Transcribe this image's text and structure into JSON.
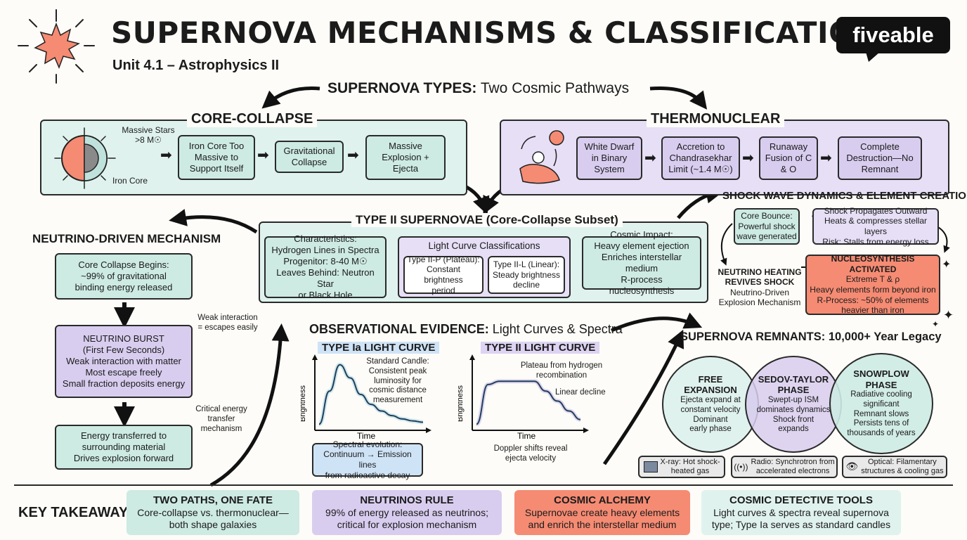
{
  "header": {
    "title": "SUPERNOVA MECHANISMS & CLASSIFICATIONS",
    "subtitle": "Unit 4.1 – Astrophysics II",
    "brand": "fiveable"
  },
  "types": {
    "title_bold": "SUPERNOVA TYPES:",
    "title_rest": "Two Cosmic Pathways"
  },
  "core_collapse": {
    "title": "CORE-COLLAPSE",
    "massive_label": "Massive Stars >8 M☉",
    "iron_label": "Iron Core",
    "steps": [
      "Iron Core Too Massive to Support Itself",
      "Gravitational Collapse",
      "Massive Explosion + Ejecta"
    ]
  },
  "thermonuclear": {
    "title": "THERMONUCLEAR",
    "steps": [
      "White Dwarf in Binary System",
      "Accretion to Chandrasekhar Limit (~1.4 M☉)",
      "Runaway Fusion of C & O",
      "Complete Destruction—No Remnant"
    ]
  },
  "type2": {
    "title": "TYPE II SUPERNOVAE (Core-Collapse Subset)",
    "characteristics": [
      "Characteristics:",
      "Hydrogen Lines in Spectra",
      "Progenitor: 8-40 M☉",
      "Leaves Behind: Neutron Star",
      "or Black Hole"
    ],
    "lc_title": "Light Curve Classifications",
    "iip": [
      "Type II-P (Plateau):",
      "Constant brightness",
      "period"
    ],
    "iil": [
      "Type II-L (Linear):",
      "Steady brightness",
      "decline"
    ],
    "impact": [
      "Cosmic Impact:",
      "Heavy element ejection",
      "Enriches interstellar medium",
      "R-process nucleosynthesis"
    ]
  },
  "neutrino": {
    "title": "NEUTRINO-DRIVEN MECHANISM",
    "box1": [
      "Core Collapse Begins:",
      "~99% of gravitational",
      "binding energy released"
    ],
    "box2": [
      "NEUTRINO BURST",
      "(First Few Seconds)",
      "Weak interaction with matter",
      "Most escape freely",
      "Small fraction deposits energy"
    ],
    "box3": [
      "Energy transferred to",
      "surrounding material",
      "Drives explosion forward"
    ],
    "note1": [
      "Weak interaction",
      "= escapes easily"
    ],
    "note2": [
      "Critical energy",
      "transfer",
      "mechanism"
    ]
  },
  "shock": {
    "title": "SHOCK WAVE DYNAMICS & ELEMENT CREATION",
    "bounce": [
      "Core Bounce:",
      "Powerful shock",
      "wave generated"
    ],
    "propagate": [
      "Shock Propagates Outward",
      "Heats & compresses stellar layers",
      "Risk: Stalls from energy loss"
    ],
    "heating": [
      "NEUTRINO HEATING",
      "REVIVES SHOCK",
      "Neutrino-Driven",
      "Explosion Mechanism"
    ],
    "nucleo": [
      "NUCLEOSYNTHESIS ACTIVATED",
      "Extreme T & ρ",
      "Heavy elements form beyond iron",
      "R-Process: ~50% of elements",
      "heavier than iron"
    ]
  },
  "observational": {
    "title_bold": "OBSERVATIONAL EVIDENCE:",
    "title_rest": "Light Curves & Spectra",
    "ia_title": "TYPE Ia LIGHT CURVE",
    "ii_title": "TYPE II LIGHT CURVE",
    "ylabel": "Brightness",
    "xlabel": "Time",
    "ia_note": [
      "Standard Candle:",
      "Consistent peak",
      "luminosity for",
      "cosmic distance",
      "measurement"
    ],
    "spectral": [
      "Spectral evolution:",
      "Continuum → Emission lines",
      "from radioactive decay"
    ],
    "plateau_note": [
      "Plateau from hydrogen",
      "recombination"
    ],
    "linear_note": "Linear decline",
    "doppler": [
      "Doppler shifts reveal",
      "ejecta velocity"
    ]
  },
  "chart_data": [
    {
      "type": "line",
      "title": "TYPE Ia LIGHT CURVE",
      "xlabel": "Time",
      "ylabel": "Brightness",
      "series": [
        {
          "values": [
            0.05,
            0.55,
            0.95,
            0.75,
            0.5,
            0.35,
            0.25,
            0.18,
            0.13,
            0.1,
            0.08
          ]
        }
      ]
    },
    {
      "type": "line",
      "title": "TYPE II LIGHT CURVE",
      "xlabel": "Time",
      "ylabel": "Brightness",
      "series": [
        {
          "values": [
            0.05,
            0.65,
            0.7,
            0.7,
            0.7,
            0.7,
            0.55,
            0.4,
            0.25,
            0.12
          ]
        }
      ]
    }
  ],
  "remnants": {
    "title": "SUPERNOVA REMNANTS: 10,000+ Year Legacy",
    "free": [
      "FREE",
      "EXPANSION",
      "Ejecta expand at",
      "constant velocity",
      "Dominant",
      "early phase"
    ],
    "sedov": [
      "SEDOV-TAYLOR",
      "PHASE",
      "Swept-up ISM",
      "dominates dynamics",
      "Shock front",
      "expands"
    ],
    "snow": [
      "SNOWPLOW",
      "PHASE",
      "Radiative cooling",
      "significant",
      "Remnant slows",
      "Persists tens of",
      "thousands of years"
    ],
    "xray": [
      "X-ray: Hot shock-",
      "heated gas"
    ],
    "radio": [
      "Radio: Synchrotron from",
      "accelerated electrons"
    ],
    "optical": [
      "Optical: Filamentary",
      "structures & cooling gas"
    ]
  },
  "takeaways": {
    "label": "KEY TAKEAWAYS",
    "items": [
      {
        "title": "TWO PATHS, ONE FATE",
        "l1": "Core-collapse vs. thermonuclear—",
        "l2": "both shape galaxies"
      },
      {
        "title": "NEUTRINOS RULE",
        "l1": "99% of energy released as neutrinos;",
        "l2": "critical for explosion mechanism"
      },
      {
        "title": "COSMIC ALCHEMY",
        "l1": "Supernovae create heavy elements",
        "l2": "and enrich the interstellar medium"
      },
      {
        "title": "COSMIC DETECTIVE TOOLS",
        "l1": "Light curves & spectra reveal supernova",
        "l2": "type; Type Ia serves as standard candles"
      }
    ]
  },
  "colors": {
    "teal": "#cdeae3",
    "lavender": "#d8cdef",
    "salmon": "#f58b73",
    "ink": "#1b1b1b"
  }
}
